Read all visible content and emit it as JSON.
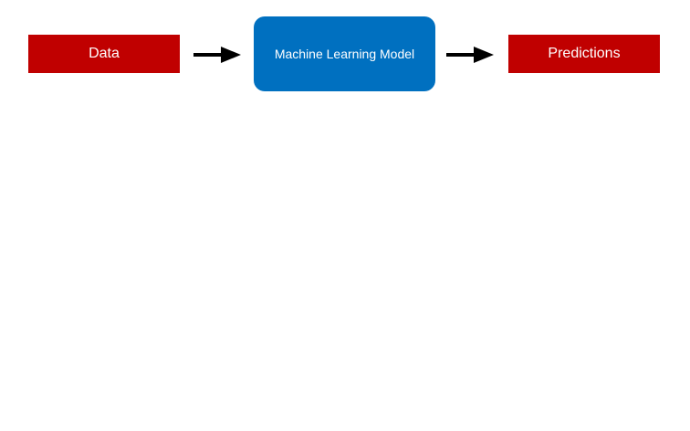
{
  "diagram": {
    "nodes": [
      {
        "id": "data",
        "label": "Data",
        "color": "#c00000"
      },
      {
        "id": "model",
        "label": "Machine Learning Model",
        "color": "#0070c0"
      },
      {
        "id": "predictions",
        "label": "Predictions",
        "color": "#c00000"
      }
    ],
    "edges": [
      {
        "from": "data",
        "to": "model",
        "icon": "arrow-right-icon"
      },
      {
        "from": "model",
        "to": "predictions",
        "icon": "arrow-right-icon"
      }
    ],
    "arrow_color": "#000000",
    "background": "#ffffff"
  }
}
